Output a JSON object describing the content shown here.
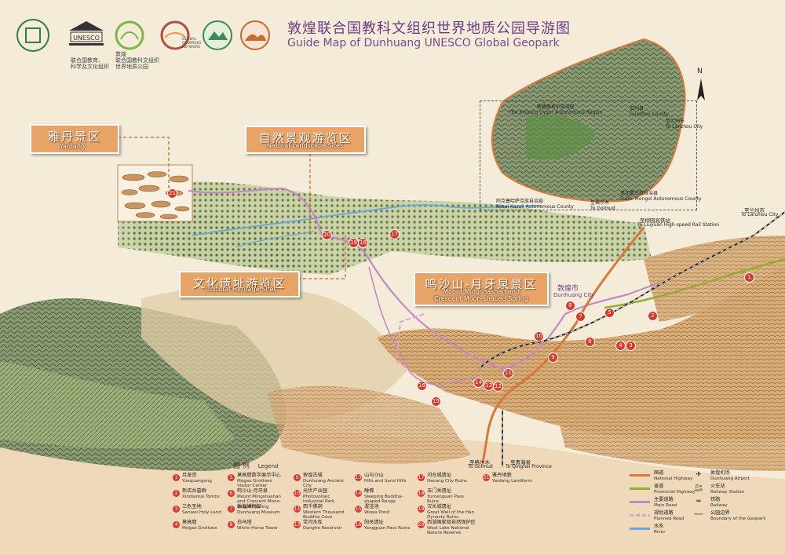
{
  "header": {
    "title_cn": "敦煌联合国教科文组织世界地质公园导游图",
    "title_en": "Guide Map of Dunhuang UNESCO Global Geopark",
    "logos": [
      {
        "name": "world-heritage-logo-icon",
        "caption": ""
      },
      {
        "name": "unesco-logo-icon",
        "text": "UNESCO",
        "caption": "联合国教育、\n科学及文化组织"
      },
      {
        "name": "global-geopark-logo-icon",
        "caption": "敦煌\n联合国教科文组织\n世界地质公园"
      },
      {
        "name": "global-geoparks-network-logo-icon",
        "caption": "GLOBAL GEOPARKS NETWORK"
      },
      {
        "name": "china-geopark-logo-icon",
        "caption": ""
      },
      {
        "name": "dunhuang-geopark-logo-icon",
        "caption": ""
      }
    ]
  },
  "zones": {
    "yardang": {
      "cn": "雅丹景区",
      "en": "Yardang"
    },
    "natural": {
      "cn": "自然景观游览区",
      "en": "Natural Landscape Sites"
    },
    "cultural": {
      "cn": "文化遗址游览区",
      "en": "Cultural Heritage Sites"
    },
    "mingsha": {
      "cn": "鸣沙山-月牙泉景区",
      "en": "Mount Mingshashan and Crescent Moon-shaped Spring"
    }
  },
  "map_labels": {
    "dunhuang_city_cn": "敦煌市",
    "dunhuang_city_en": "Dunhuang City",
    "liuyuan_rail_cn": "至柳园高铁站",
    "liuyuan_rail_en": "To Liuyuan High-speed Rail Station",
    "lanzhou_cn": "至兰州市",
    "lanzhou_en": "To Lanzhou City",
    "golmud_cn": "至格尔木",
    "golmud_en": "To Golmud",
    "qinghai_cn": "至青海省",
    "qinghai_en": "To Qinghai Province",
    "north": "N"
  },
  "inset": {
    "labels": [
      {
        "cn": "新疆维吾尔自治区",
        "en": "The Xinjiang Uygur Autonomous Region"
      },
      {
        "cn": "瓜州县",
        "en": "Guazhou County"
      },
      {
        "cn": "至兰州市",
        "en": "To Lanzhou City"
      },
      {
        "cn": "阿克塞哈萨克族自治县",
        "en": "Aksai Kazak Autonomous County"
      },
      {
        "cn": "至格尔木",
        "en": "To Golmud"
      },
      {
        "cn": "肃北蒙古族自治县",
        "en": "Subei Mongol Autonomous County"
      }
    ]
  },
  "legend": {
    "title_cn": "图 例",
    "title_en": "Legend",
    "items": [
      {
        "n": "1",
        "cn": "月泉宫",
        "en": "Yuequangong"
      },
      {
        "n": "2",
        "cn": "新店台墓群",
        "en": "Xindiantai Tombs"
      },
      {
        "n": "3",
        "cn": "三危圣地",
        "en": "Sanwei Holy Land"
      },
      {
        "n": "4",
        "cn": "莫高窟",
        "en": "Mogao Grottoes"
      },
      {
        "n": "5",
        "cn": "莫高窟数字展示中心",
        "en": "Mogao Grottoes Visitor Center"
      },
      {
        "n": "6",
        "cn": "鸣沙山·月牙泉",
        "en": "Mount Mingshashan and Crescent Moon-shaped Spring"
      },
      {
        "n": "7",
        "cn": "敦煌博物馆",
        "en": "Dunhuang Museum"
      },
      {
        "n": "8",
        "cn": "白马塔",
        "en": "White Horse Tower"
      },
      {
        "n": "9",
        "cn": "敦煌古城",
        "en": "Dunhuang Ancient City"
      },
      {
        "n": "10",
        "cn": "光伏产业园",
        "en": "Photovoltaic Industrial Park"
      },
      {
        "n": "11",
        "cn": "西千佛洞",
        "en": "Western Thousand Buddha Cave"
      },
      {
        "n": "12",
        "cn": "党河水库",
        "en": "Danghe Reservoir"
      },
      {
        "n": "13",
        "cn": "山与沙山",
        "en": "Hills and Sand Hills"
      },
      {
        "n": "14",
        "cn": "睡佛",
        "en": "Sleeping Buddha-shaped Range"
      },
      {
        "n": "15",
        "cn": "渥洼池",
        "en": "Wowa Pond"
      },
      {
        "n": "16",
        "cn": "阳关遗址",
        "en": "Yangguan Pass Ruins"
      },
      {
        "n": "17",
        "cn": "河仓城遗址",
        "en": "Hecang City Ruins"
      },
      {
        "n": "18",
        "cn": "玉门关遗址",
        "en": "Yumenguan Pass Ruins"
      },
      {
        "n": "19",
        "cn": "汉长城遗址",
        "en": "Great Wall of the Han Dynasty Ruins"
      },
      {
        "n": "20",
        "cn": "西湖国家级自然保护区",
        "en": "West Lake National Nature Reserve"
      },
      {
        "n": "21",
        "cn": "雅丹地貌",
        "en": "Yardang Landform"
      }
    ],
    "lines": [
      {
        "cn": "国道",
        "en": "National Highway",
        "color": "#d9783a"
      },
      {
        "cn": "省道",
        "en": "Provincial Highway",
        "color": "#8fae2e"
      },
      {
        "cn": "主要道路",
        "en": "Main Road",
        "color": "#c489c4"
      },
      {
        "cn": "规划道路",
        "en": "Planned Road",
        "color": "#e2a0c8"
      },
      {
        "cn": "水系",
        "en": "River",
        "color": "#6aa6d6"
      }
    ],
    "symbols": [
      {
        "icon": "airport-icon",
        "cn": "敦煌机场",
        "en": "Dunhuang Airport"
      },
      {
        "icon": "railway-station-icon",
        "cn": "火车站",
        "en": "Railway Station"
      },
      {
        "icon": "railway-icon",
        "cn": "铁路",
        "en": "Railway"
      },
      {
        "icon": "geopark-boundary-icon",
        "cn": "公园边界",
        "en": "Boundary of the Geopark"
      }
    ]
  },
  "colors": {
    "zone_fill": "#e8a466",
    "poi": "#d93b2b",
    "mountain": "#6f8b4e",
    "desert": "#d7ae7a",
    "title": "#6b3b86"
  }
}
